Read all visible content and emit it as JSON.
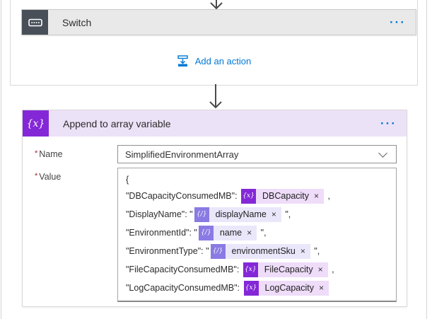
{
  "colors": {
    "accent_blue": "#0078d4",
    "switch_icon_bg": "#484f58",
    "switch_header_bg": "#e9e9e9",
    "append_header_bg": "#ece2f7",
    "variable_purple": "#8428d7",
    "variable_token_bg": "#eedcf9",
    "dynamic_icon_bg": "#8a7ae3",
    "dynamic_token_bg": "#eae7fb",
    "arrow_gray": "#4a4a4a",
    "required_red": "#a4262c"
  },
  "icons": {
    "more": "···",
    "variable_glyph": "{x}",
    "dynamic_glyph": "{/}"
  },
  "switch_scope": {
    "card_title": "Switch",
    "add_action_label": "Add an action"
  },
  "append_card": {
    "title": "Append to array variable",
    "icon_glyph": "{x}",
    "name_field": {
      "required_marker": "*",
      "label": "Name",
      "value": "SimplifiedEnvironmentArray"
    },
    "value_field": {
      "required_marker": "*",
      "label": "Value"
    },
    "value_lines": [
      {
        "text": "{"
      },
      {
        "prefix": "\"DBCapacityConsumedMB\": ",
        "token": {
          "kind": "variable",
          "glyph": "{x}",
          "name": "DBCapacity",
          "remove": "×"
        },
        "suffix": " ,"
      },
      {
        "prefix": "\"DisplayName\": \"",
        "token": {
          "kind": "dynamic",
          "glyph": "{/}",
          "name": "displayName",
          "remove": "×"
        },
        "suffix": " \","
      },
      {
        "prefix": "\"EnvironmentId\": \"",
        "token": {
          "kind": "dynamic",
          "glyph": "{/}",
          "name": "name",
          "remove": "×"
        },
        "suffix": " \","
      },
      {
        "prefix": "\"EnvironmentType\": \"",
        "token": {
          "kind": "dynamic",
          "glyph": "{/}",
          "name": "environmentSku",
          "remove": "×"
        },
        "suffix": " \","
      },
      {
        "prefix": "\"FileCapacityConsumedMB\": ",
        "token": {
          "kind": "variable",
          "glyph": "{x}",
          "name": "FileCapacity",
          "remove": "×"
        },
        "suffix": " ,"
      },
      {
        "prefix": "\"LogCapacityConsumedMB\": ",
        "token": {
          "kind": "variable",
          "glyph": "{x}",
          "name": "LogCapacity",
          "remove": "×"
        },
        "suffix": ""
      },
      {
        "text": "}"
      }
    ]
  }
}
